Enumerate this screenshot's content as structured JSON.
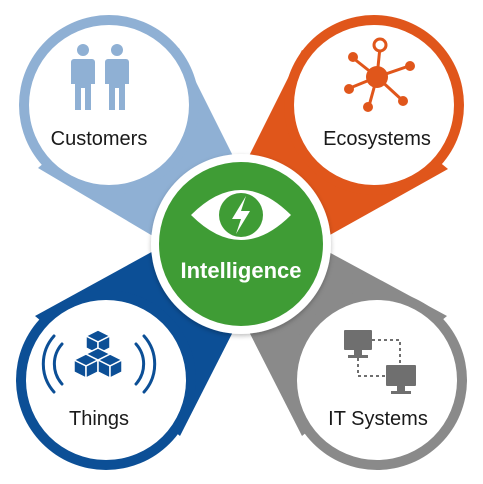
{
  "center": {
    "label": "Intelligence",
    "icon": "eye-lightning-icon",
    "color": "#3f9c35"
  },
  "nodes": [
    {
      "key": "customers",
      "label": "Customers",
      "icon": "people-icon",
      "color": "#8fb0d4"
    },
    {
      "key": "ecosystems",
      "label": "Ecosystems",
      "icon": "network-icon",
      "color": "#e0561b"
    },
    {
      "key": "things",
      "label": "Things",
      "icon": "connected-cubes-icon",
      "color": "#0c4f96"
    },
    {
      "key": "it_systems",
      "label": "IT Systems",
      "icon": "computers-icon",
      "color": "#8a8a8a"
    }
  ]
}
